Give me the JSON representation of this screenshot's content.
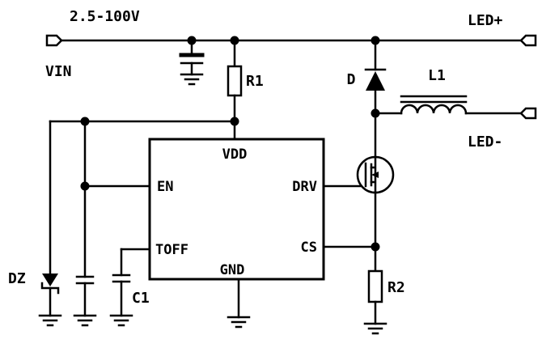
{
  "schematic": {
    "labels": {
      "input_voltage": "2.5-100V",
      "vin": "VIN",
      "led_plus": "LED+",
      "led_minus": "LED-",
      "r1": "R1",
      "r2": "R2",
      "c1": "C1",
      "diode": "D",
      "inductor": "L1",
      "zener": "DZ"
    },
    "ic": {
      "pins": {
        "vdd": "VDD",
        "en": "EN",
        "toff": "TOFF",
        "drv": "DRV",
        "cs": "CS",
        "gnd": "GND"
      }
    },
    "colors": {
      "wire": "#000000",
      "background": "#ffffff"
    }
  }
}
